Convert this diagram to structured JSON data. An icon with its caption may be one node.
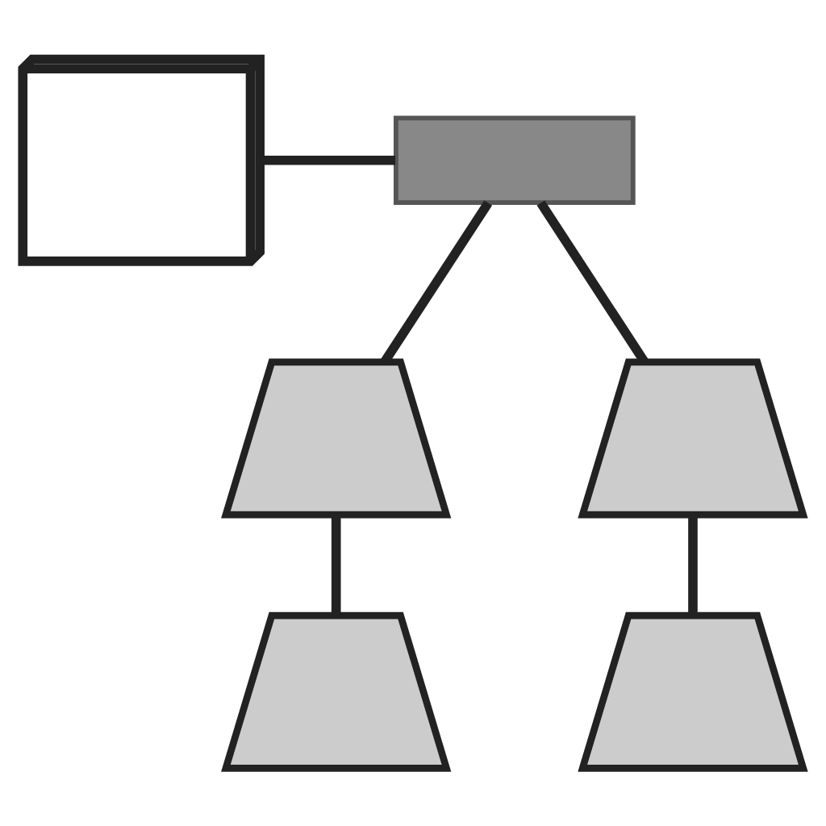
{
  "diagram": {
    "nodes": [
      {
        "text": [],
        "shape": "server"
      },
      {
        "text": [],
        "shape": "switch"
      },
      {
        "text": [],
        "shape": "laptop"
      },
      {
        "text": [],
        "shape": "laptop"
      },
      {
        "text": [],
        "shape": "laptop"
      },
      {
        "text": [],
        "shape": "laptop"
      }
    ],
    "edges": [
      {
        "from": 0,
        "to": 1,
        "arrow": "none"
      },
      {
        "from": 1,
        "to": 2,
        "arrow": "none"
      },
      {
        "from": 1,
        "to": 3,
        "arrow": "none"
      },
      {
        "from": 2,
        "to": 4,
        "arrow": "none"
      },
      {
        "from": 3,
        "to": 5,
        "arrow": "none"
      }
    ]
  }
}
